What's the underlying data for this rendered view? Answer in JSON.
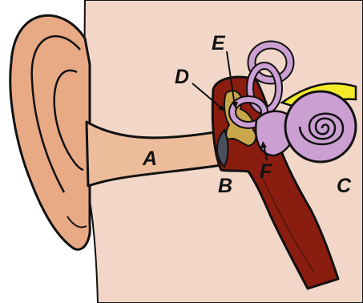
{
  "diagram": {
    "labels": {
      "a": "A",
      "b": "B",
      "c": "C",
      "d": "D",
      "e": "E",
      "f": "F"
    },
    "colors": {
      "skin": "#f2d7c9",
      "outer_ear": "#e8a985",
      "canal": "#edbc9b",
      "middle_ear": "#8b1c10",
      "ossicles": "#c9a84b",
      "inner_ear": "#cc9fd3",
      "nerve": "#f5ea2a",
      "outline": "#111111"
    }
  }
}
